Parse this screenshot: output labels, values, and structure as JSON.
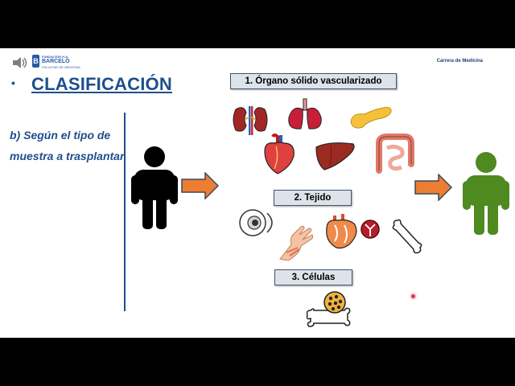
{
  "header": {
    "logo_initial": "B",
    "logo_top": "FUNDACIÓN H.A.",
    "logo_name": "BARCELÓ",
    "logo_sub": "FACULTAD DE MEDICINA",
    "career": "Carrera de Medicina"
  },
  "slide": {
    "bullet": "•",
    "title": "CLASIFICACIÓN",
    "subtitle": "b) Según el tipo de muestra a trasplantar"
  },
  "categories": [
    {
      "label": "1. Órgano sólido vascularizado",
      "icons": [
        "kidneys-icon",
        "lungs-icon",
        "pancreas-icon",
        "heart-icon",
        "liver-icon",
        "intestine-icon"
      ]
    },
    {
      "label": "2. Tejido",
      "icons": [
        "eye-cornea-icon",
        "skin-hand-icon",
        "heart-valve-icon",
        "valve-icon",
        "bone-icon"
      ]
    },
    {
      "label": "3. Células",
      "icons": [
        "bone-marrow-cells-icon"
      ]
    }
  ],
  "colors": {
    "title": "#1f4e8c",
    "donor": "#000000",
    "recipient": "#4e8a1f",
    "arrow": "#ed7d31",
    "box_fill": "#dde3ea"
  }
}
